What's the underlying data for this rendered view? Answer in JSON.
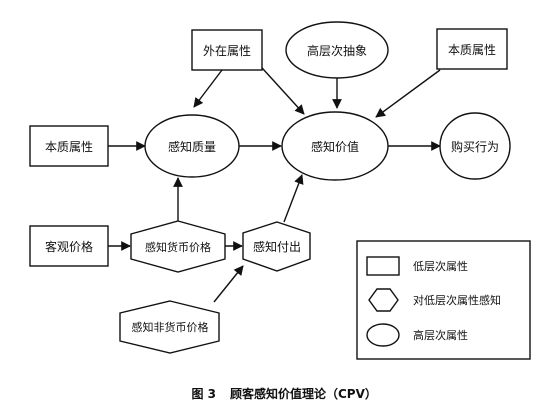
{
  "diagram": {
    "nodes": {
      "n_external": "外在属性",
      "n_abstraction": "高层次抽象",
      "n_essence_top": "本质属性",
      "n_essence_left": "本质属性",
      "n_perceived_quality": "感知质量",
      "n_perceived_value": "感知价值",
      "n_purchase": "购买行为",
      "n_objective_price": "客观价格",
      "n_monetary_price": "感知货币价格",
      "n_sacrifice": "感知付出",
      "n_nonmonetary_price": "感知非货币价格"
    },
    "legend": {
      "rect": "低层次属性",
      "hexagon": "对低层次属性感知",
      "ellipse": "高层次属性"
    },
    "caption": {
      "figure": "图 3",
      "title": "顾客感知价值理论（CPV）"
    }
  }
}
